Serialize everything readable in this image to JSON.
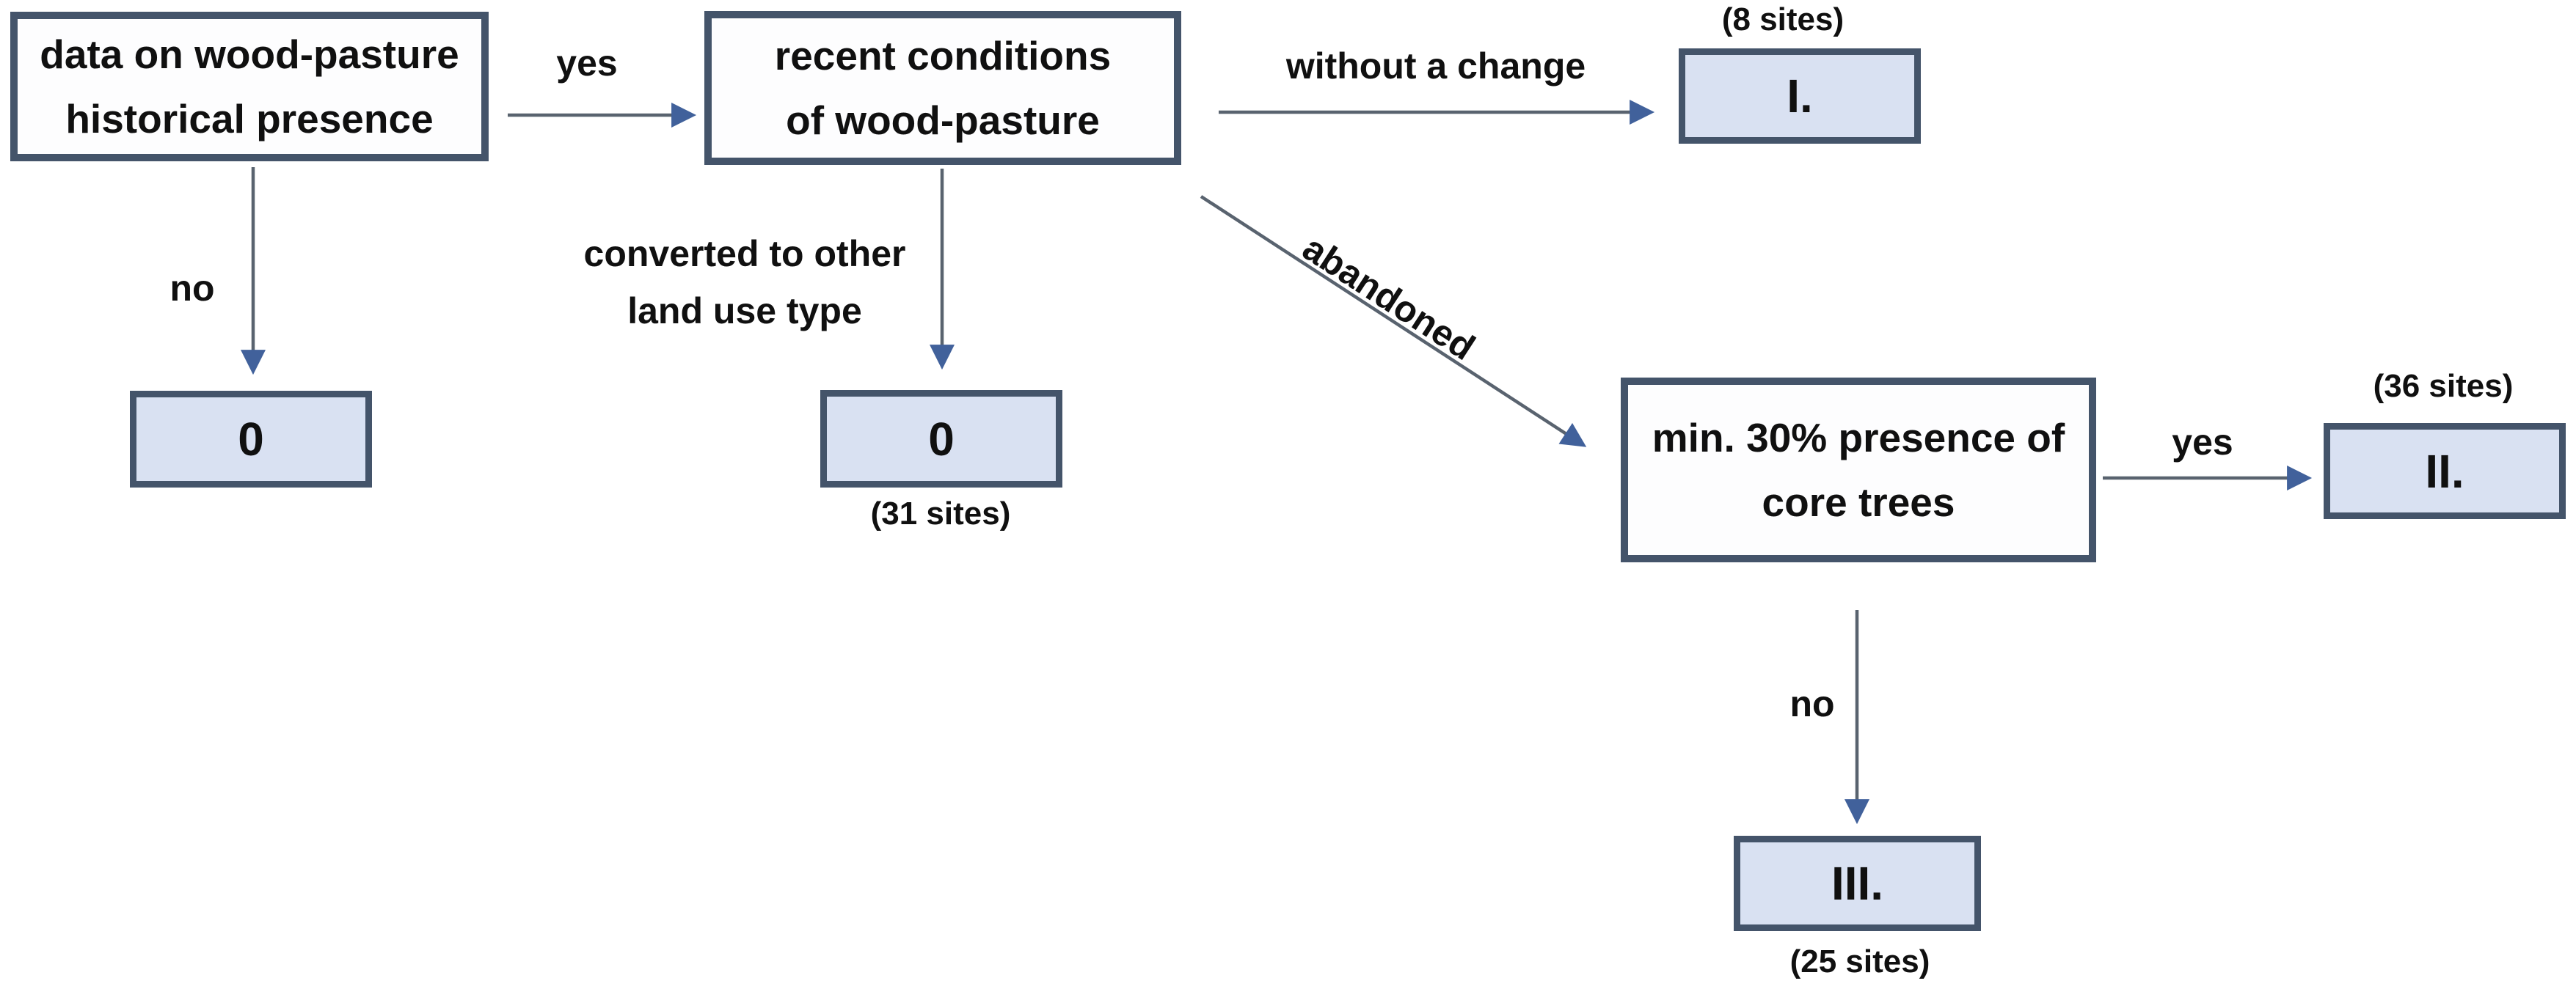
{
  "diagram": {
    "colors": {
      "box_border": "#44546A",
      "decision_fill": "#FDFDFE",
      "result_fill": "#D9E1F2",
      "arrow_line": "#59636F",
      "arrow_head": "#41619B",
      "text": "#101010"
    },
    "nodes": {
      "historical": {
        "lines": [
          "data on wood-pasture",
          "historical presence"
        ]
      },
      "recent": {
        "lines": [
          "recent conditions",
          "of wood-pasture"
        ]
      },
      "min30": {
        "lines": [
          "min. 30% presence of",
          "core trees"
        ]
      },
      "zero_left": {
        "label": "0"
      },
      "zero_mid": {
        "label": "0",
        "sites": "(31 sites)"
      },
      "cat1": {
        "label": "I.",
        "sites": "(8 sites)"
      },
      "cat2": {
        "label": "II.",
        "sites": "(36 sites)"
      },
      "cat3": {
        "label": "III.",
        "sites": "(25 sites)"
      }
    },
    "edges": {
      "yes_top": "yes",
      "no_left": "no",
      "converted": {
        "lines": [
          "converted to other",
          "land use type"
        ]
      },
      "without_change": "without a change",
      "abandoned": "abandoned",
      "yes_right": "yes",
      "no_right": "no"
    }
  }
}
